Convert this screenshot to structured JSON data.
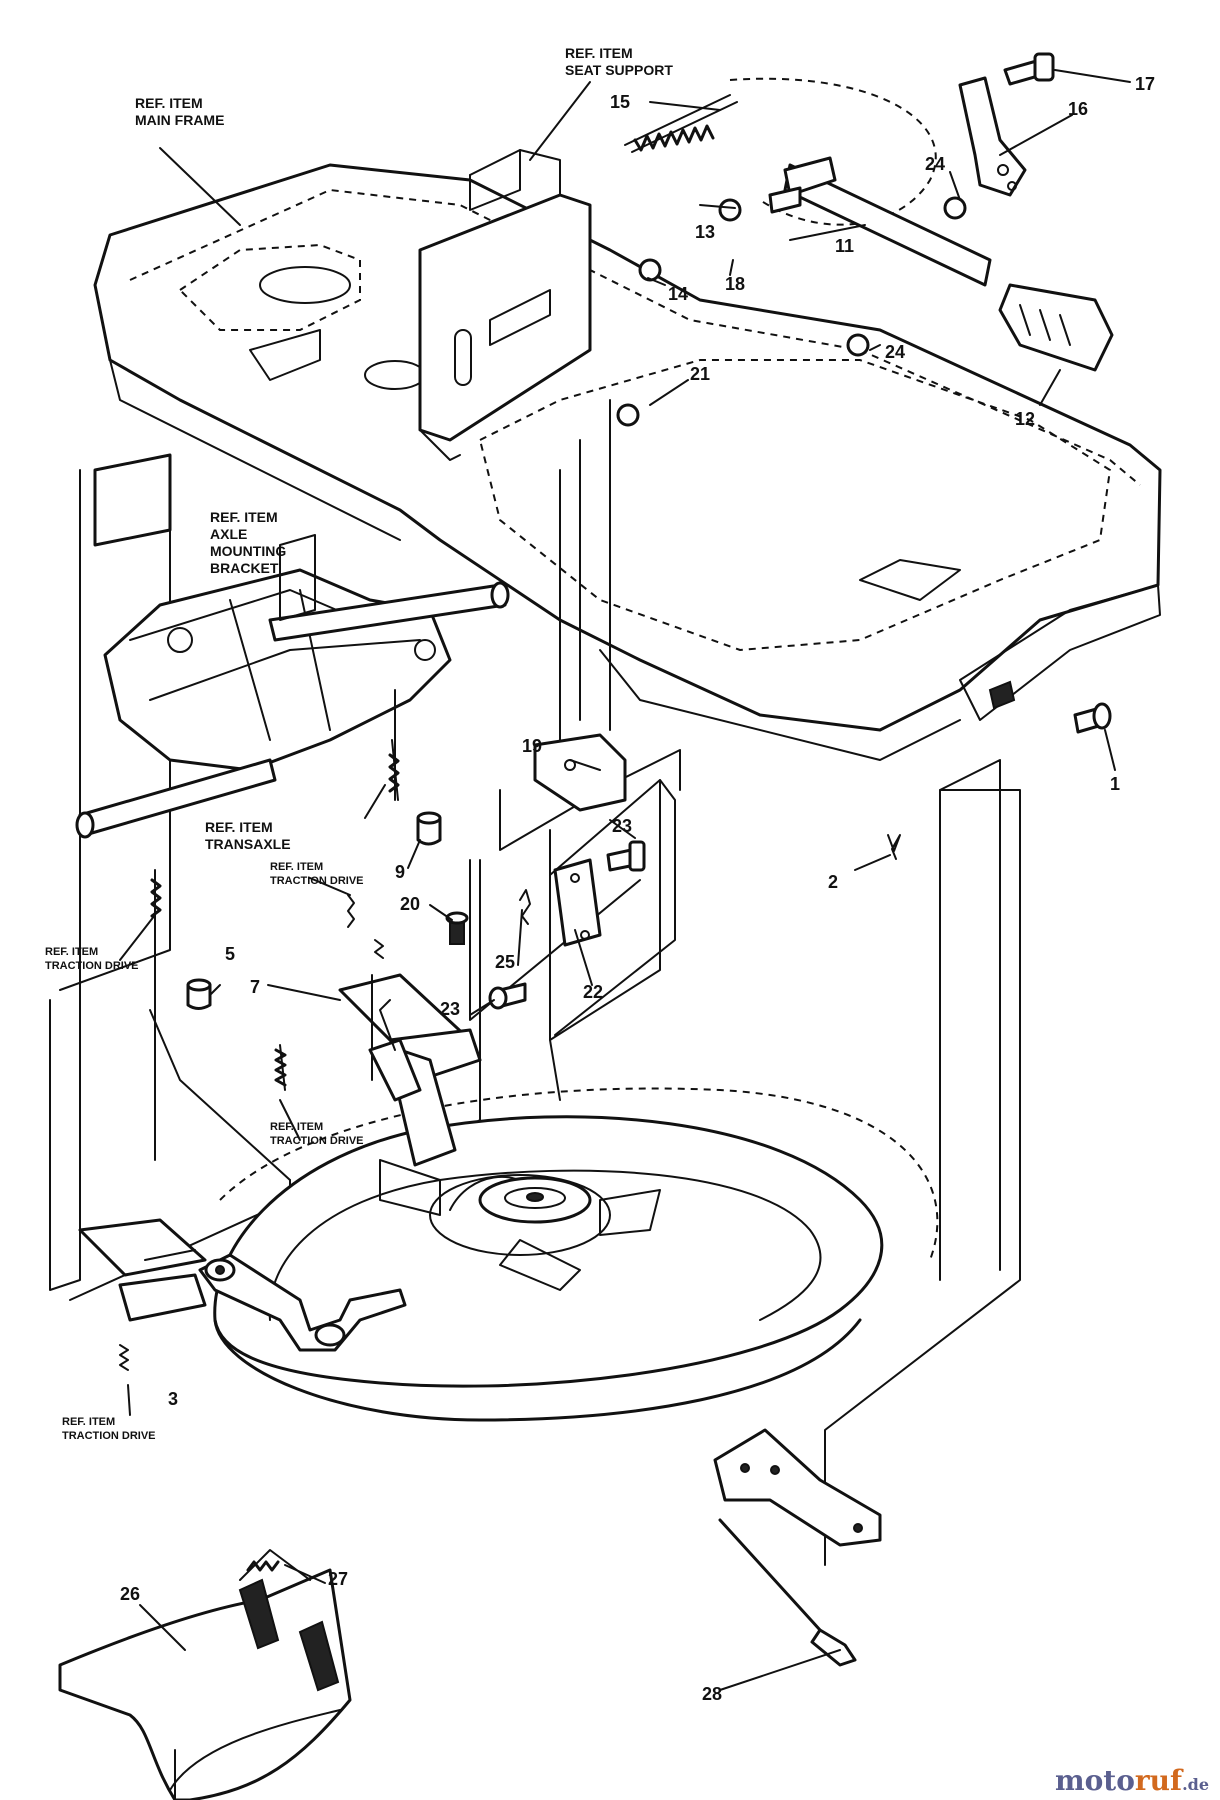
{
  "diagram": {
    "ref_labels": {
      "main_frame": [
        "REF. ITEM",
        "MAIN FRAME"
      ],
      "seat_support": [
        "REF. ITEM",
        "SEAT SUPPORT"
      ],
      "axle_bracket": [
        "REF. ITEM",
        "AXLE",
        "MOUNTING",
        "BRACKET"
      ],
      "transaxle": [
        "REF. ITEM",
        "TRANSAXLE"
      ],
      "traction_drive_upper": [
        "REF. ITEM",
        "TRACTION DRIVE"
      ],
      "traction_drive_left": [
        "REF. ITEM",
        "TRACTION DRIVE"
      ],
      "traction_drive_mid": [
        "REF. ITEM",
        "TRACTION DRIVE"
      ],
      "traction_drive_bottom": [
        "REF. ITEM",
        "TRACTION DRIVE"
      ]
    },
    "part_numbers": {
      "p1": "1",
      "p2": "2",
      "p3": "3",
      "p5": "5",
      "p7": "7",
      "p9": "9",
      "p11": "11",
      "p12": "12",
      "p13": "13",
      "p14": "14",
      "p15": "15",
      "p16": "16",
      "p17": "17",
      "p18": "18",
      "p19": "19",
      "p20": "20",
      "p21": "21",
      "p22": "22",
      "p23a": "23",
      "p23b": "23",
      "p24a": "24",
      "p24b": "24",
      "p25": "25",
      "p26": "26",
      "p27": "27",
      "p28": "28"
    }
  },
  "watermark": {
    "part1": "moto",
    "part2": "ruf",
    "suffix": ".de"
  }
}
